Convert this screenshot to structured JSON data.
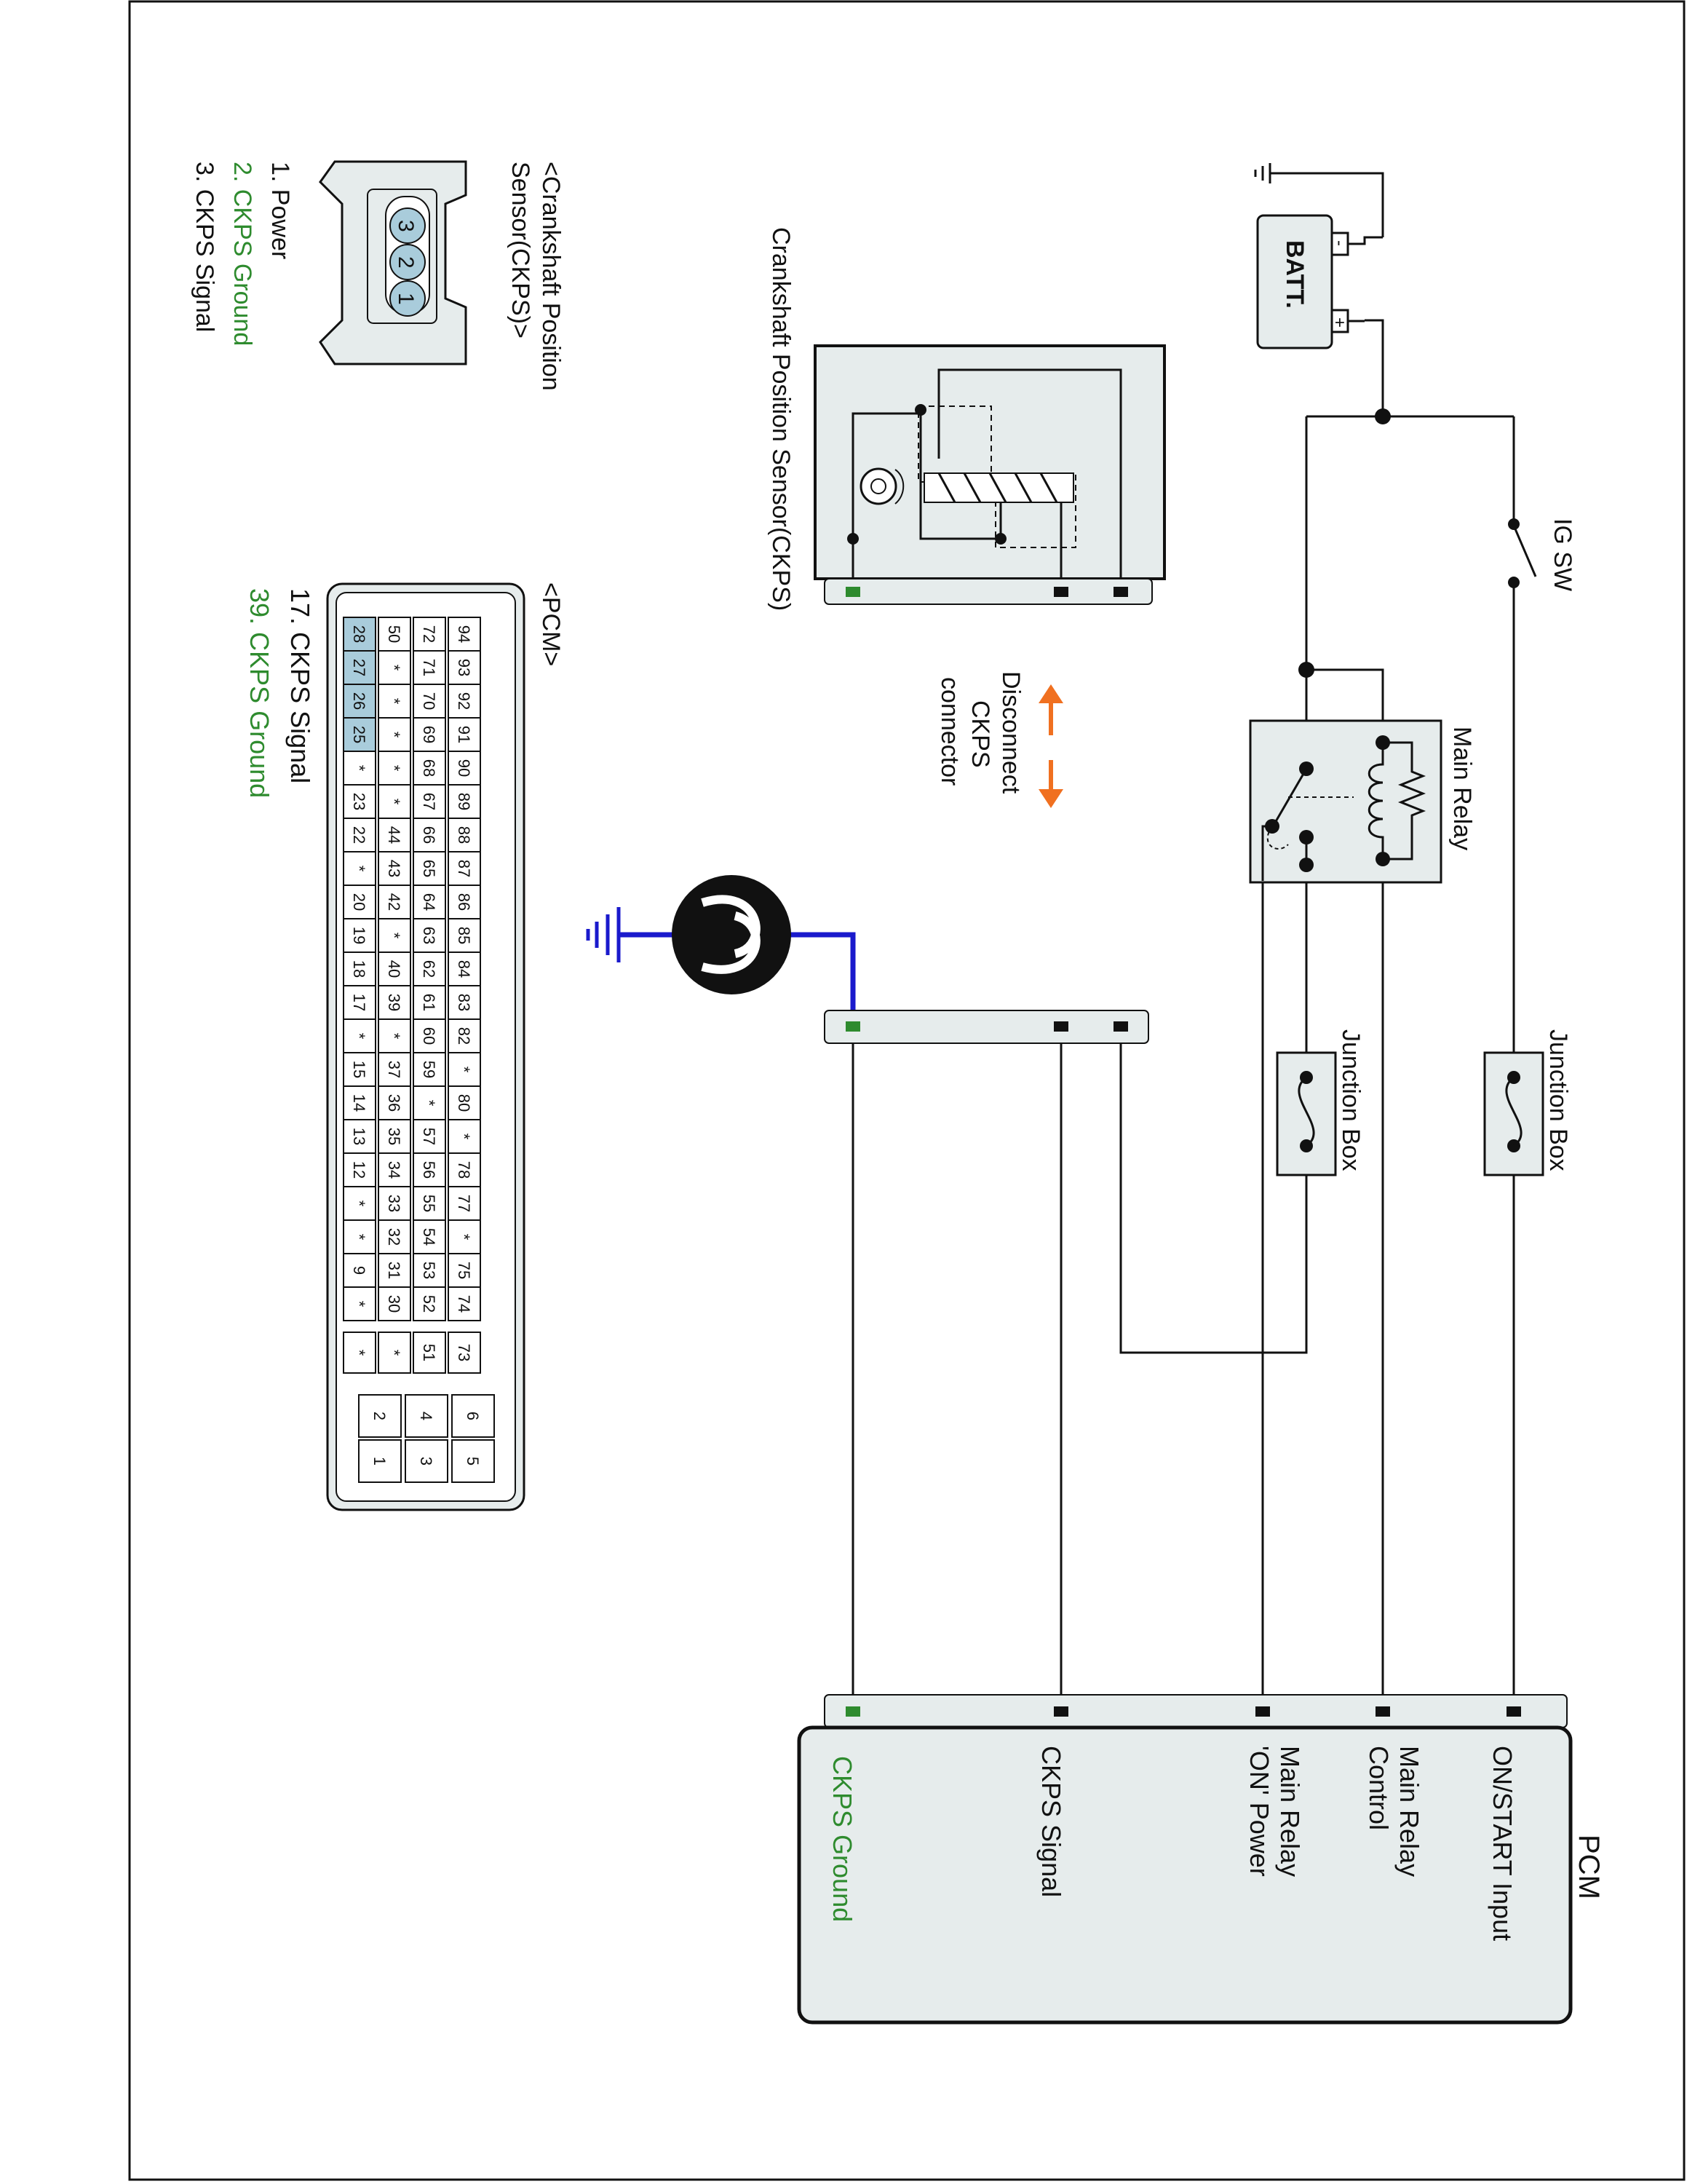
{
  "colors": {
    "wire": "#111111",
    "ground_wire": "#1a1acc",
    "box_fill": "#e6ecec",
    "green_accent": "#2e8b2e",
    "orange_arrow": "#f07020",
    "pin_highlight": "#a9ccdb"
  },
  "battery": {
    "label": "BATT.",
    "plus": "+",
    "minus": "-"
  },
  "ig_switch": {
    "label": "IG SW"
  },
  "main_relay": {
    "label": "Main Relay"
  },
  "junction_box_1": {
    "label": "Junction Box"
  },
  "junction_box_2": {
    "label": "Junction Box"
  },
  "ckps_component": {
    "label": "Crankshaft Position Sensor(CKPS)"
  },
  "disconnect_note": {
    "lines": [
      "Disconnect",
      "CKPS",
      "connector"
    ]
  },
  "pcm": {
    "label": "PCM",
    "terminals": [
      {
        "label_lines": [
          "ON/START Input"
        ],
        "color": "#111111"
      },
      {
        "label_lines": [
          "Main Relay",
          "Control"
        ],
        "color": "#111111"
      },
      {
        "label_lines": [
          "Main Relay",
          "'ON' Power"
        ],
        "color": "#111111"
      },
      {
        "label_lines": [
          "CKPS Signal"
        ],
        "color": "#111111"
      },
      {
        "label_lines": [
          "CKPS Ground"
        ],
        "color": "#2e8b2e"
      }
    ]
  },
  "ckps_connector_view": {
    "title_lines": [
      "<Crankshaft Position",
      "Sensor(CKPS)>"
    ],
    "pins": [
      "1",
      "2",
      "3"
    ],
    "legend": [
      {
        "text": "1. Power",
        "color": "#111111"
      },
      {
        "text": "2. CKPS Ground",
        "color": "#2e8b2e"
      },
      {
        "text": "3. CKPS Signal",
        "color": "#111111"
      }
    ]
  },
  "pcm_connector_view": {
    "title": "<PCM>",
    "main_rows": [
      [
        "94",
        "93",
        "92",
        "91",
        "90",
        "89",
        "88",
        "87",
        "86",
        "85",
        "84",
        "83",
        "82",
        "*",
        "80",
        "*",
        "78",
        "77",
        "*",
        "75",
        "74"
      ],
      [
        "72",
        "71",
        "70",
        "69",
        "68",
        "67",
        "66",
        "65",
        "64",
        "63",
        "62",
        "61",
        "60",
        "59",
        "*",
        "57",
        "56",
        "55",
        "54",
        "53",
        "52"
      ],
      [
        "50",
        "*",
        "*",
        "*",
        "*",
        "*",
        "44",
        "43",
        "42",
        "*",
        "40",
        "39",
        "*",
        "37",
        "36",
        "35",
        "34",
        "33",
        "32",
        "31",
        "30"
      ],
      [
        "28",
        "27",
        "26",
        "25",
        "*",
        "23",
        "22",
        "*",
        "20",
        "19",
        "18",
        "17",
        "*",
        "15",
        "14",
        "13",
        "12",
        "*",
        "*",
        "9",
        "*"
      ]
    ],
    "mid_block": [
      "73",
      "51",
      "*",
      "*"
    ],
    "power_block": [
      [
        "6",
        "5"
      ],
      [
        "4",
        "3"
      ],
      [
        "2",
        "1"
      ]
    ],
    "highlighted_pins": [
      "28",
      "27",
      "26",
      "25"
    ],
    "legend": [
      {
        "text": "17. CKPS Signal",
        "color": "#111111"
      },
      {
        "text": "39. CKPS Ground",
        "color": "#2e8b2e"
      }
    ]
  }
}
